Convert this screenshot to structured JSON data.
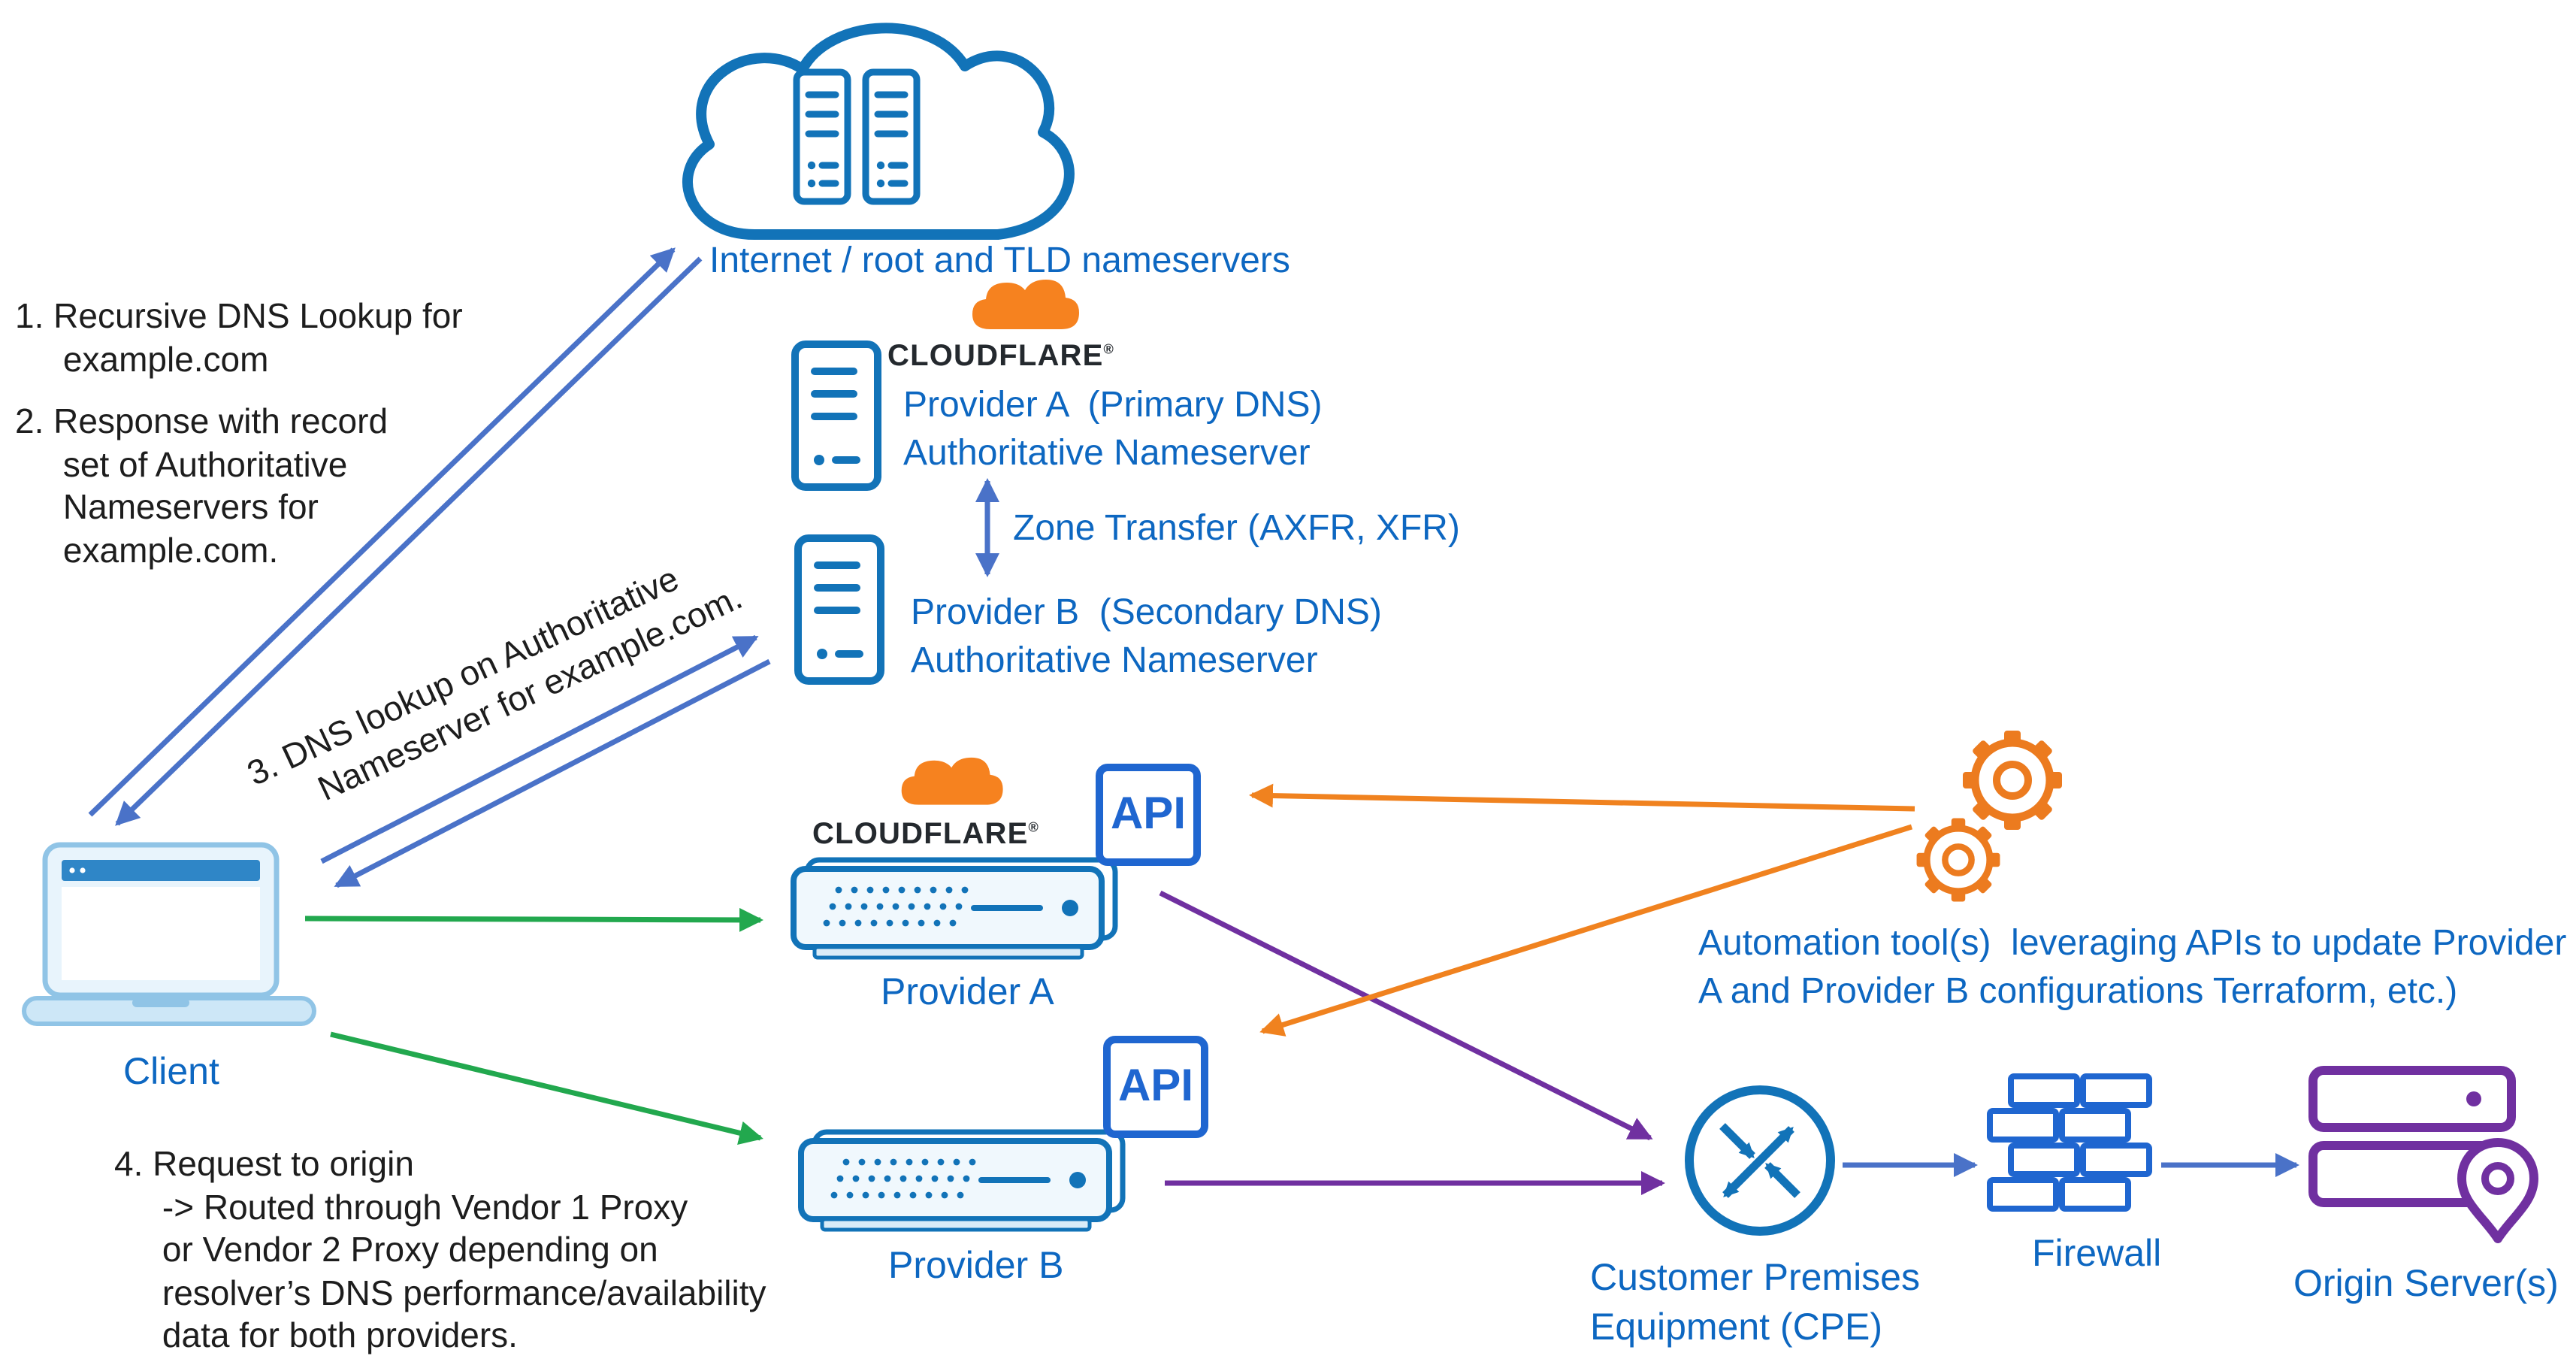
{
  "labels": {
    "internet": "Internet / root and TLD nameservers",
    "step1": "1. Recursive DNS Lookup for\n     example.com",
    "step2": "2. Response with record\n     set of Authoritative\n     Nameservers for\n     example.com.",
    "step3": "3. DNS lookup on Authoritative\n      Nameserver for example.com.",
    "step4": "4. Request to origin\n     -> Routed through Vendor 1 Proxy\n     or Vendor 2 Proxy depending on\n     resolver’s DNS performance/availability\n     data for both providers.",
    "provider_a_ns": "Provider A  (Primary DNS)\nAuthoritative Nameserver",
    "provider_b_ns": "Provider B  (Secondary DNS)\nAuthoritative Nameserver",
    "zone_transfer": "Zone Transfer (AXFR, XFR)",
    "client": "Client",
    "provider_a": "Provider A",
    "provider_b": "Provider B",
    "api": "API",
    "cloudflare": "CLOUDFLARE",
    "reg_mark": "®",
    "automation": "Automation tool(s)  leveraging APIs to update Provider\nA and Provider B configurations Terraform, etc.)",
    "cpe": "Customer Premises\nEquipment (CPE)",
    "firewall": "Firewall",
    "origin": "Origin Server(s)"
  },
  "colors": {
    "icon_blue": "#1273b8",
    "label_blue": "#0d67c1",
    "arrow_blue": "#4a72c8",
    "green": "#22a84e",
    "purple": "#7030a0",
    "orange": "#f0821f",
    "api_blue": "#1f66d0",
    "text_black": "#1d1d1d"
  }
}
